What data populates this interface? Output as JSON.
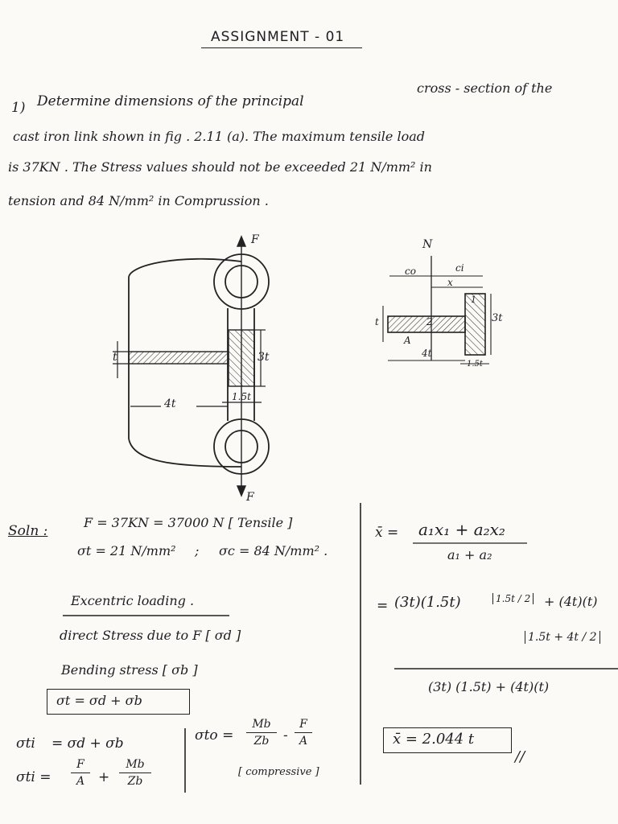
{
  "title": "ASSIGNMENT - 01",
  "problem": {
    "line1_num": "1)",
    "line1": "Determine   dimensions  of  the  principal",
    "line1_end": "cross - section  of  the",
    "line2": "cast  iron  link    shown  in    fig . 2.11 (a).  The  maximum   tensile  load",
    "line3": "is  37KN .  The  Stress  values    should  not  be   exceeded  21  N/mm²  in",
    "line4": "tension and     84 N/mm²   in    Comprussion ."
  },
  "figure_left": {
    "force_top": "F",
    "force_bottom": "F",
    "dim_t": "t",
    "dim_3t": "3t",
    "dim_4t": "4t",
    "dim_15t": "1.5t"
  },
  "figure_right": {
    "neutral_axis": "N",
    "dim_co": "co",
    "dim_ci": "ci",
    "dim_xbar": "x",
    "dim_t": "t",
    "dim_3t": "3t",
    "dim_4t": "4t",
    "dim_15t": "1.5t",
    "area_1": "1",
    "area_2": "2",
    "label_A": "A"
  },
  "solution": {
    "label": "Soln :",
    "force": "F = 37KN = 37000 N  [ Tensile ]",
    "stresses_t": "σt = 21 N/mm²",
    "stresses_sep": ";",
    "stresses_c": "σc = 84 N/mm² .",
    "eccentric": "Excentric  loading .",
    "direct": "direct   Stress   due to   F   [ σd ]",
    "bending": "Bending   stress   [ σb ]",
    "boxed_eq": "σt =  σd  +  σb",
    "eq_ti1_lhs": "σti",
    "eq_ti1_rhs": "=  σd + σb",
    "eq_ti2_lhs": "σti =",
    "eq_ti2_f_num": "F",
    "eq_ti2_f_den": "A",
    "eq_ti2_plus": "+",
    "eq_ti2_m_num": "Mb",
    "eq_ti2_m_den": "Zb",
    "eq_to_lhs": "σto =",
    "eq_to_m_num": "Mb",
    "eq_to_m_den": "Zb",
    "eq_to_minus": "-",
    "eq_to_f_num": "F",
    "eq_to_f_den": "A",
    "eq_to_note": "[ compressive ]"
  },
  "centroid": {
    "xbar_eq_lhs": "x̄  =",
    "xbar_num": "a₁x₁ + a₂x₂",
    "xbar_den": "a₁ + a₂",
    "sub_eq": "=",
    "sub_num_a": "(3t)(1.5t)",
    "sub_num_b": "1.5t / 2",
    "sub_num_c": "+ (4t)(t)",
    "sub_num_d": "1.5t + 4t / 2",
    "sub_den": "(3t) (1.5t)  + (4t)(t)",
    "result": "x̄  =  2.044 t"
  }
}
